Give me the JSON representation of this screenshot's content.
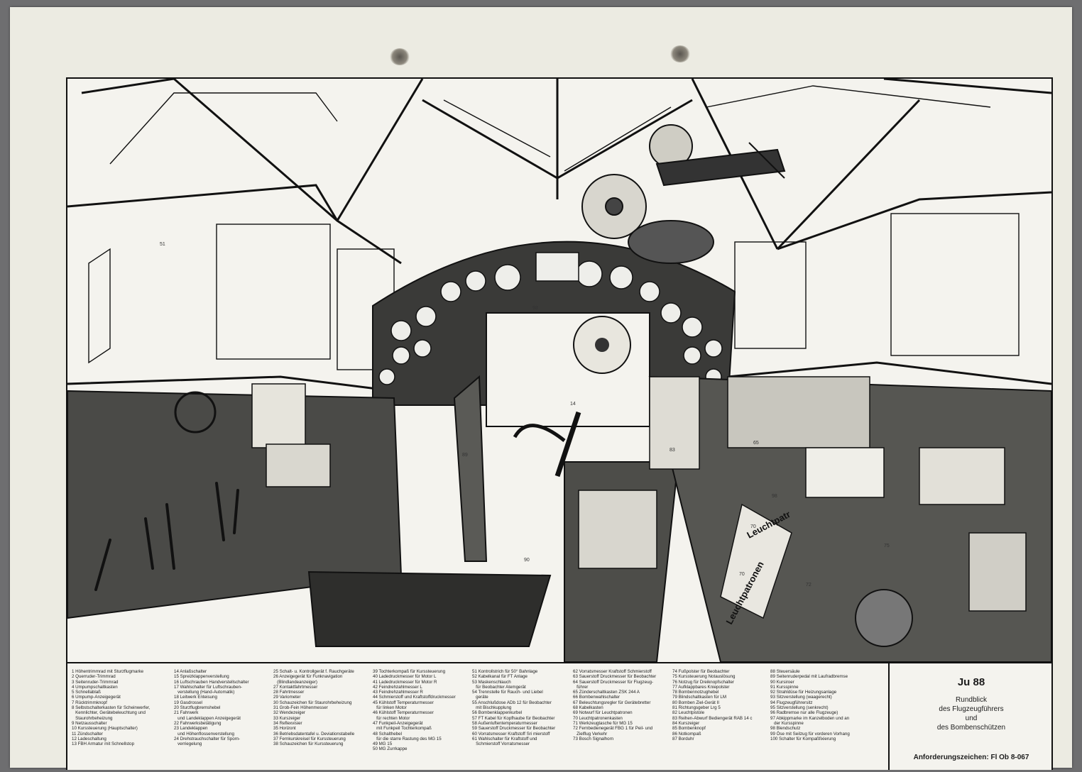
{
  "document": {
    "title": "Ju 88",
    "subtitle": [
      "Rundblick",
      "des Flugzeugführers",
      "und",
      "des Bombenschützen"
    ],
    "order_code": "Anforderungszeichen: Fl Ob 8-067"
  },
  "illustration": {
    "labels": [
      "51",
      "98",
      "14",
      "89",
      "83",
      "65",
      "98",
      "70",
      "Leuchtpatr",
      "70",
      "Leuchtpatronen",
      "72",
      "90",
      "75"
    ]
  },
  "legend": {
    "columns": [
      [
        "1 Höhentrimmrad mit Sturzflugmarke",
        "2 Querruder-Trimmrad",
        "3 Seitenruder-Trimmrad",
        "4 Umpumpschaltkasten",
        "5 Schnellablaß",
        "6 Umpump-Anzeigegerät",
        "7 Rücktrimmknopf",
        "8 Selbstschalterkasten für Scheinwerfer,",
        "   Kennlichter, Gerätebeleuchtung und",
        "   Staurohrbeheizung",
        "9 Netzausschalter",
        "10 Kurssteuerung (Hauptschalter)",
        "11 Zündschalter",
        "12 Ladeschaltung",
        "13 FBH Armatur mit Schnellstop"
      ],
      [
        "14 Anlaßschalter",
        "15 Spreizklappenverstellung",
        "16 Luftschrauben Handverstellschalter",
        "17 Wahlschalter für Luftschrauben-",
        "   verstellung (Hand-Automatik)",
        "18 Leitwerk Enteisung",
        "19 Gasdrossel",
        "20 Sturzflugbremshebel",
        "21 Fahrwerk",
        "   und Landeklappen Anzeigegerät",
        "22 Fahrwerksbetätigung",
        "23 Landeklappen",
        "   und Höhenflossenverstellung",
        "24 Drehstrauchschalter für Sporn-",
        "   verriegelung"
      ],
      [
        "25 Schalt- u. Kontrollgerät f. Rauchgeräte",
        "26 Anzeigegerät für Funknavigation",
        "   (Blindlandeanzeiger)",
        "27 Kontaktfahrtmesser",
        "28 Fahrtmesser",
        "29 Variometer",
        "30 Schauzeichen für Staurohrbeheizung",
        "31 Grob-Fein Höhenmesser",
        "32 Wendezeiger",
        "33 Kurszeiger",
        "34 Reflexvisier",
        "35 Horizont",
        "36 Betriebsdatentafel u. Deviationstabelle",
        "37 Fernkurskreisel für Kurssteuerung",
        "38 Schauzeichen für Kurssteuerung"
      ],
      [
        "39 Tochterkompaß für Kurssteuerung",
        "40 Ladedruckmesser für Motor L",
        "41 Ladedruckmesser für Motor R",
        "42 Feindrehzahlmesser L",
        "43 Feindrehzahlmesser R",
        "44 Schmierstoff und Kraftstoffdruckmesser",
        "45 Kühlstoff Temperaturmesser",
        "   für linken Motor",
        "46 Kühlstoff Temperaturmesser",
        "   für rechten Motor",
        "47 Funkpeil-Anzeigegerät",
        "   mit Funkpeil Tochterkompaß",
        "48 Schalthebel",
        "   für die starre Rastung des MG 15",
        "49 MG 15",
        "50 MG Zurrkappe"
      ],
      [
        "51 Kontrollstrich für 50° Bahnlage",
        "52 Kabelkanal für FT Anlage",
        "53 Maskenschlauch",
        "   für Beobachter Atemgerät",
        "54 Trennstelle für Rauch- und Liebel",
        "   geräte",
        "55 Anschlußdose ADb 12 für Beobachter",
        "   mit Bischkupplung",
        "56 Bombenklappenkurbel",
        "57 FT Kabel für Kopfhaube für Beobachter",
        "58 Außenluftentemperaturmesser",
        "59 Sauerstoff Druckmesser für Beobachter",
        "60 Vorratsmesser Kraftstoff Sri mierstoff",
        "61 Wahlschalter für Kraftstoff und",
        "   Schmierstoff Vorratsmesser"
      ],
      [
        "62 Vorratsmesser Kraftstoff Schmierstoff",
        "63 Sauerstoff Druckmesser für Beobachter",
        "64 Sauerstoff Druckmesser für Flugzeug-",
        "   führer",
        "65 Zünderschaltkasten ZSK 244 A",
        "66 Bombenwahlschalter",
        "67 Beleuchtungsregler für Gerätebretter",
        "68 Kabelkasten",
        "69 Notwurf für Leuchtpatronen",
        "70 Leuchtpatronenkasten",
        "71 Werkzeugtasche für MG 15",
        "72 Fernbedienegerät FBG 1 für Peil- und",
        "   Zielflug Verkehr",
        "73 Bosch Signalhorn"
      ],
      [
        "74 Fußpolster für Beobachter",
        "75 Kurssteuerung Notauslösung",
        "76 Notzug für Dreiknopfschalter",
        "77 Aufklappbares Kniepolster",
        "78 Bombennotzughebel",
        "79 Blindschaltkasten für LM",
        "80 Bomben Ziel-Gerät II",
        "81 Richtungsgeber Lrg 5",
        "82 Leuchtpistole",
        "83 Reihen-Abwurf Bediengerät RAB 14 c",
        "84 Kurszeiger",
        "85 Bombenknopf",
        "86 Notkompaß",
        "87 Borduhr"
      ],
      [
        "88 Steuersäule",
        "89 Seitenruderpedal mit Laufradbremse",
        "90 Kursiroer",
        "91 Kursspinne",
        "92 Strahldüse für Heizungsanlage",
        "93 Sitzverstellung (waagerecht)",
        "94 Flugzeugführersitz",
        "95 Sitzverstellung (senkrecht)",
        "96 Radbremse nur alle Flugzeuge)",
        "97 Abkippmarke im Kanzelboden und an",
        "   der Kursspinne",
        "98 Blendschutz",
        "99 Öse mit Seilzug für vorderen Vorhang",
        "100 Schalter für Kompaßfixierung"
      ]
    ]
  },
  "colors": {
    "paper": "#ecebe2",
    "ink": "#111111",
    "background": "#6e6e70"
  }
}
